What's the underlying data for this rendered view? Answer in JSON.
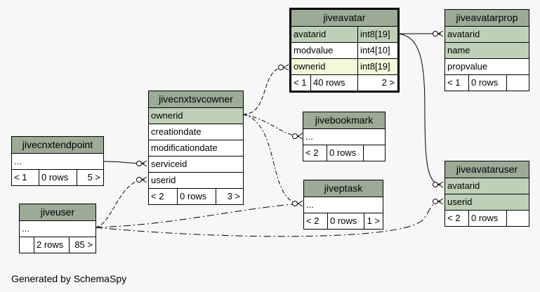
{
  "footer": "Generated by SchemaSpy",
  "tables": {
    "jiveavatar": {
      "name": "jiveavatar",
      "rows": [
        {
          "col": "avatarid",
          "type": "int8[19]"
        },
        {
          "col": "modvalue",
          "type": "int4[10]"
        },
        {
          "col": "ownerid",
          "type": "int8[19]"
        }
      ],
      "stats": {
        "parents": "< 1",
        "rows": "40 rows",
        "children": "2 >"
      }
    },
    "jiveavatarprop": {
      "name": "jiveavatarprop",
      "rows": [
        "avatarid",
        "name",
        "propvalue"
      ],
      "stats": {
        "parents": "< 1",
        "rows": "0 rows",
        "children": ""
      }
    },
    "jivecnxtsvcowner": {
      "name": "jivecnxtsvcowner",
      "rows": [
        "ownerid",
        "creationdate",
        "modificationdate",
        "serviceid",
        "userid"
      ],
      "stats": {
        "parents": "< 2",
        "rows": "0 rows",
        "children": "3 >"
      }
    },
    "jivebookmark": {
      "name": "jivebookmark",
      "rows": [
        "..."
      ],
      "stats": {
        "parents": "< 2",
        "rows": "0 rows",
        "children": ""
      }
    },
    "jivecnxtendpoint": {
      "name": "jivecnxtendpoint",
      "rows": [
        "..."
      ],
      "stats": {
        "parents": "< 1",
        "rows": "0 rows",
        "children": "5 >"
      }
    },
    "jiveptask": {
      "name": "jiveptask",
      "rows": [
        "..."
      ],
      "stats": {
        "parents": "< 2",
        "rows": "0 rows",
        "children": "1 >"
      }
    },
    "jiveavataruser": {
      "name": "jiveavataruser",
      "rows": [
        "avatarid",
        "userid"
      ],
      "stats": {
        "parents": "< 2",
        "rows": "0 rows",
        "children": ""
      }
    },
    "jiveuser": {
      "name": "jiveuser",
      "rows": [
        "..."
      ],
      "stats": {
        "parents": "",
        "rows": "2 rows",
        "children": "85 >"
      }
    }
  }
}
